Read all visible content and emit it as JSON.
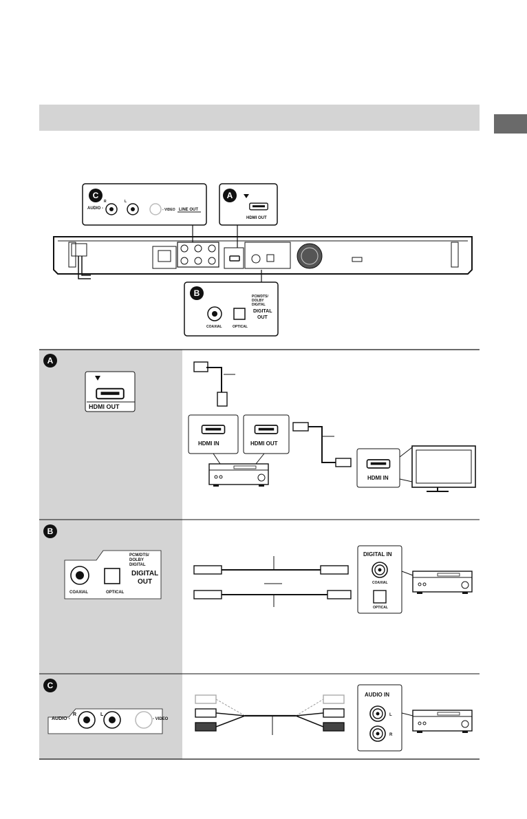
{
  "markers": {
    "a": "A",
    "b": "B",
    "c": "C"
  },
  "hdmi_out": "HDMI OUT",
  "hdmi_in": "HDMI IN",
  "digital_out": {
    "line1": "DIGITAL",
    "line2": "OUT"
  },
  "digital_in": "DIGITAL IN",
  "pcm": {
    "line1": "PCM/DTS/",
    "line2": "DOLBY",
    "line3": "DIGITAL"
  },
  "coaxial": "COAXIAL",
  "optical": "OPTICAL",
  "audio_in": "AUDIO IN",
  "audio_label": "AUDIO -",
  "r": "R",
  "l": "L",
  "video_label": "- VIDEO",
  "line_out": "LINE OUT"
}
